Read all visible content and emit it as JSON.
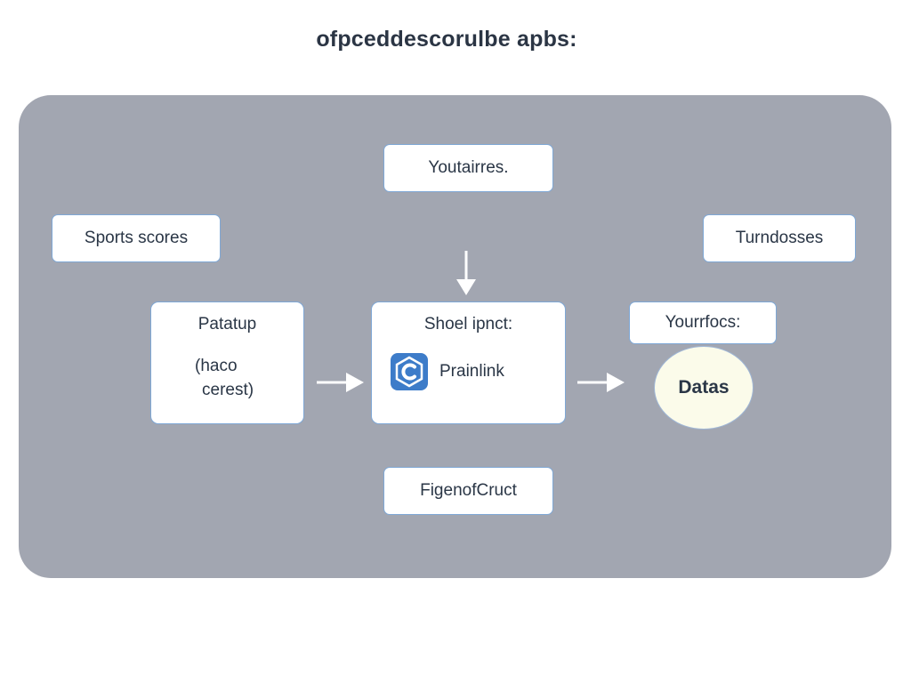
{
  "title": "ofpceddescorulbe apbs:",
  "nodes": {
    "sports": "Sports scores",
    "top": "Youtairres.",
    "turn": "Turndosses",
    "patatup_title": "Patatup",
    "patatup_line1": "(haco",
    "patatup_line2": "cerest)",
    "center_title": "Shoel ipnct:",
    "center_label": "Prainlink",
    "your": "Yourrfocs:",
    "datas": "Datas",
    "bottom": "FigenofCruct"
  },
  "icons": {
    "center_logo": "c-hexagon-logo-icon",
    "arrows": [
      "arrow-down-icon",
      "arrow-right-icon",
      "arrow-right-icon"
    ]
  },
  "colors": {
    "panel": "#a2a6b1",
    "node_border": "#7fa8d6",
    "circle_fill": "#fbfbea",
    "logo": "#3d7cc9"
  }
}
